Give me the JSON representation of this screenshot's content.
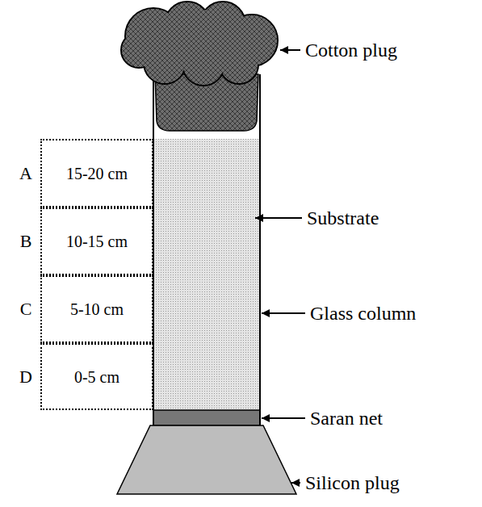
{
  "diagram": {
    "nodes": [
      {
        "text": [
          "A",
          "15-20 cm"
        ]
      },
      {
        "text": [
          "B",
          "10-15 cm"
        ]
      },
      {
        "text": [
          "C",
          "5-10 cm"
        ]
      },
      {
        "text": [
          "D",
          "0-5 cm"
        ]
      }
    ],
    "labels": [
      "Cotton plug",
      "Substrate",
      "Glass column",
      "Saran net",
      "Silicon plug"
    ]
  }
}
